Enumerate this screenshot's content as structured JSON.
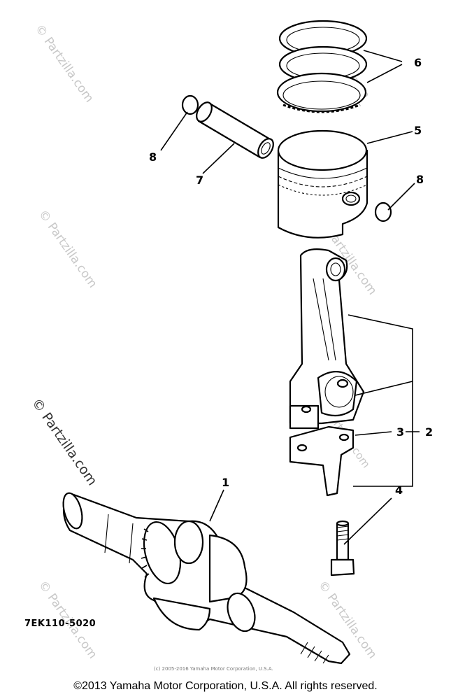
{
  "diagram": {
    "drawing_code": "7EK110-5020",
    "inner_copyright": "(c) 2005-2016 Yamaha Motor Corporation, U.S.A.",
    "watermark": "© Partzilla.com",
    "callouts": {
      "c1": "1",
      "c2": "2",
      "c3": "3",
      "c4": "4",
      "c5": "5",
      "c6": "6",
      "c7": "7",
      "c8a": "8",
      "c8b": "8"
    }
  },
  "footer": {
    "copyright": "©2013 Yamaha Motor Corporation, U.S.A. All rights reserved."
  }
}
